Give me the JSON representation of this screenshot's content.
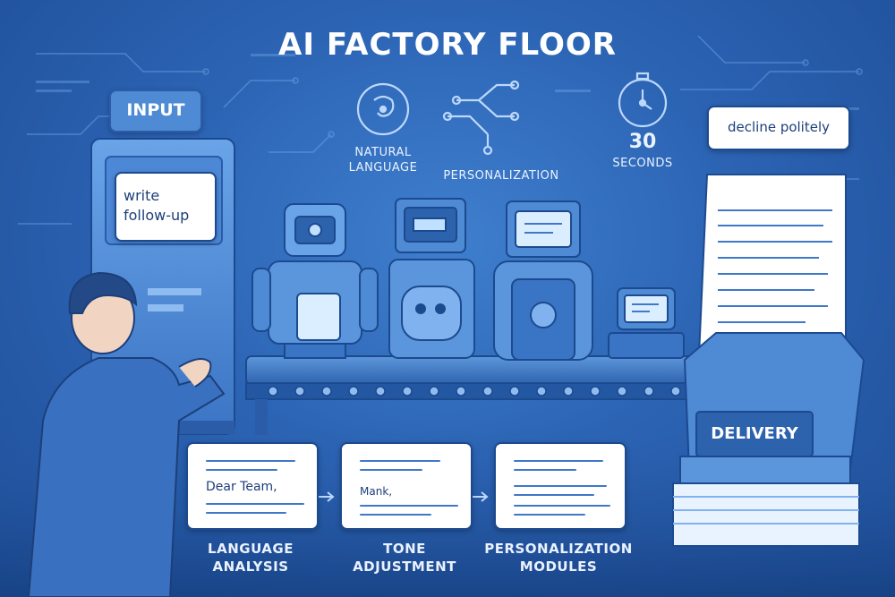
{
  "title": "AI FACTORY FLOOR",
  "input": {
    "label": "INPUT",
    "prompt_text": "write\nfollow-up"
  },
  "features": {
    "natural_language": "NATURAL\nLANGUAGE",
    "personalization": "PERSONALIZATION",
    "seconds_value": "30",
    "seconds_label": "SECONDS"
  },
  "callout": "decline politely",
  "delivery_label": "DELIVERY",
  "stages": [
    {
      "card_text": "Dear Team,",
      "label": "LANGUAGE\nANALYSIS"
    },
    {
      "card_text": "Mank,",
      "label": "TONE\nADJUSTMENT"
    },
    {
      "card_text": "",
      "label": "PERSONALIZATION\nMODULES"
    }
  ],
  "icons": [
    "brain-icon",
    "network-icon",
    "stopwatch-icon",
    "robot-icon",
    "document-icon",
    "arrow-right-icon"
  ],
  "colors": {
    "background": "#2c64b4",
    "card": "#ffffff",
    "ink": "#1c3f7a",
    "accent": "#5b9be6"
  }
}
